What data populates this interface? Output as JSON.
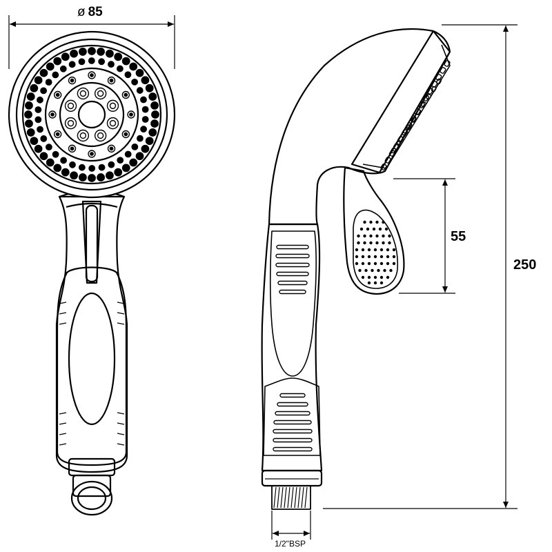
{
  "drawing": {
    "diameter_symbol": "ø",
    "diameter_value": "85",
    "spray_face_height": "55",
    "overall_length": "250",
    "thread_label": "1/2\"BSP"
  }
}
